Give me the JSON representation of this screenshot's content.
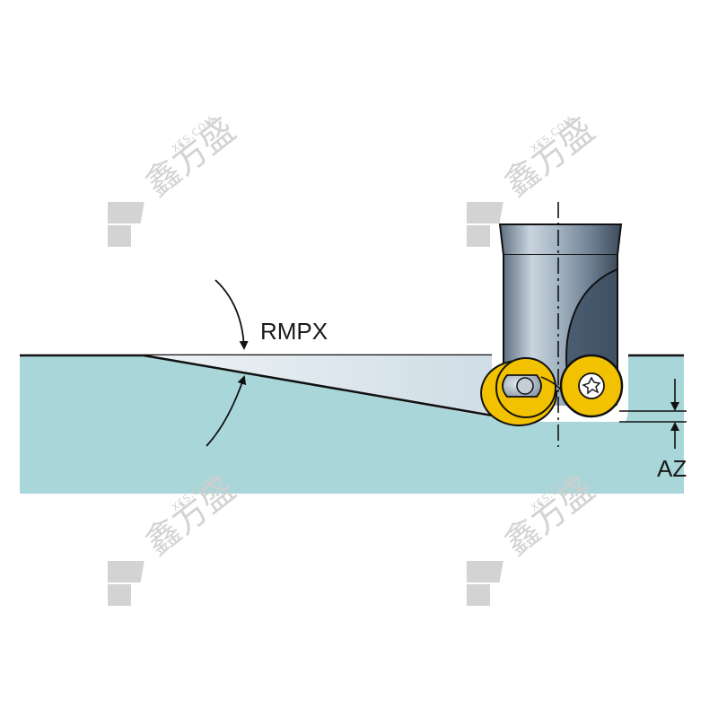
{
  "diagram": {
    "ramp_angle_label": "RMPX",
    "depth_label": "AZ"
  },
  "watermark": {
    "url_text": "XFS.COM",
    "brand_text": "鑫方盛"
  },
  "colors": {
    "workpiece": "#a9d6d9",
    "ramp_cut": "#dfe9ee",
    "insert": "#f2c200",
    "tool_body": "#8fa2b5",
    "outline": "#111111",
    "watermark": "#cfcfcf"
  },
  "icons": {
    "insert_screw": "torx-screw-icon"
  }
}
